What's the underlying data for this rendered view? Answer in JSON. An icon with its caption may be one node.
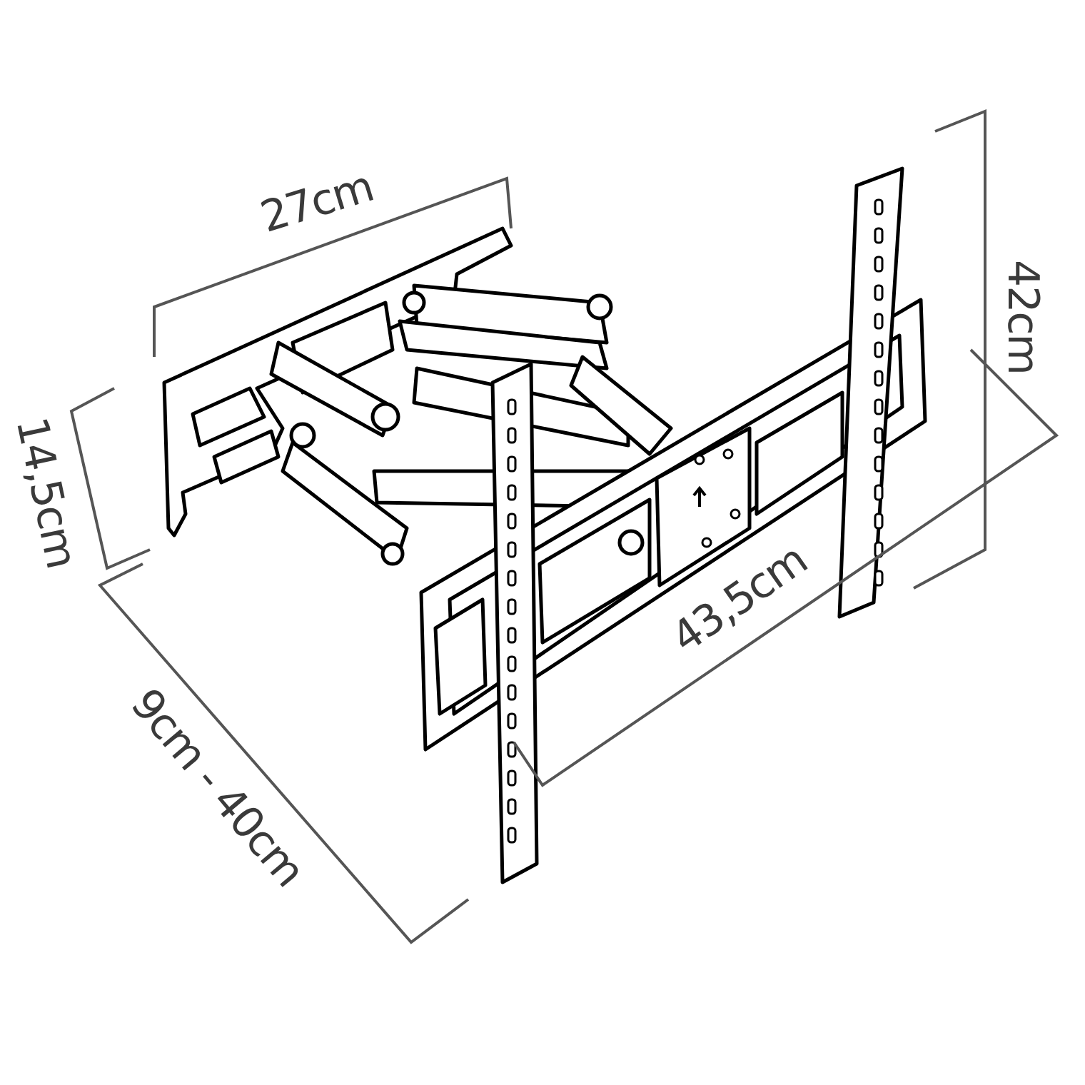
{
  "diagram": {
    "labels": [
      "27cm",
      "42cm",
      "14,5cm",
      "43,5cm",
      "9cm - 40cm"
    ]
  }
}
